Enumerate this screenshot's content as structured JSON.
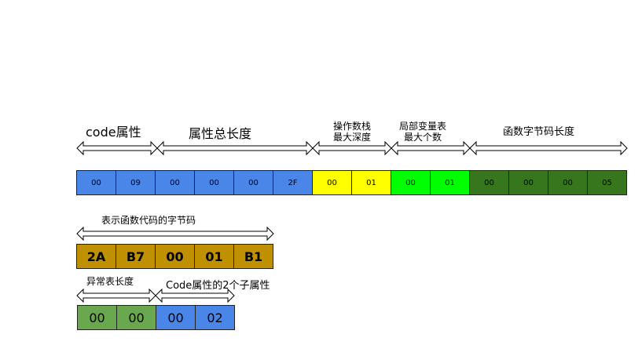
{
  "labels": {
    "code_attr": "code属性",
    "attr_total_length": "属性总长度",
    "max_stack_line1": "操作数栈",
    "max_stack_line2": "最大深度",
    "max_locals_line1": "局部变量表",
    "max_locals_line2": "最大个数",
    "code_length": "函数字节码长度",
    "bytecode_desc": "表示函数代码的字节码",
    "exception_table_length": "异常表长度",
    "code_sub_attrs": "Code属性的2个子属性"
  },
  "rows": {
    "main": [
      "00",
      "09",
      "00",
      "00",
      "00",
      "2F",
      "00",
      "01",
      "00",
      "01",
      "00",
      "00",
      "00",
      "05"
    ],
    "bytecode": [
      "2A",
      "B7",
      "00",
      "01",
      "B1"
    ],
    "tail": [
      "00",
      "00",
      "00",
      "02"
    ]
  },
  "colors": {
    "blue": "#4a86e8",
    "yellow": "#ffff00",
    "bright_green": "#00ff00",
    "dark_green": "#38761d",
    "gold": "#bf9000",
    "light_green": "#6aa84f"
  }
}
